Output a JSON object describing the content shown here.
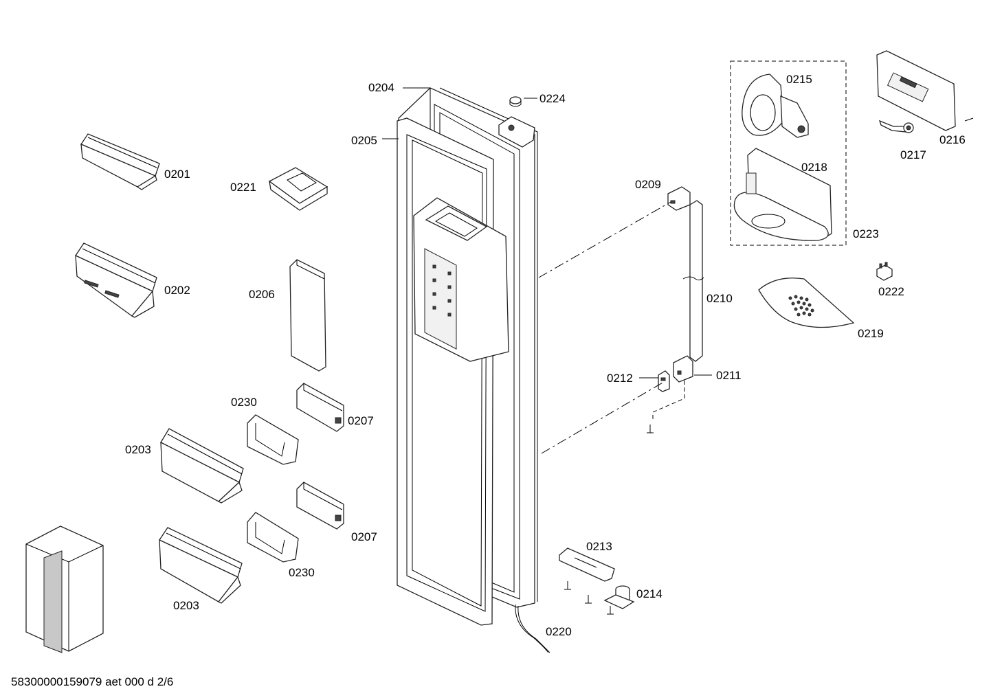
{
  "diagram": {
    "labels": {
      "p0201": "0201",
      "p0202": "0202",
      "p0203a": "0203",
      "p0203b": "0203",
      "p0204": "0204",
      "p0205": "0205",
      "p0206": "0206",
      "p0207a": "0207",
      "p0207b": "0207",
      "p0209": "0209",
      "p0210": "0210",
      "p0211": "0211",
      "p0212": "0212",
      "p0213": "0213",
      "p0214": "0214",
      "p0215": "0215",
      "p0216": "0216",
      "p0217": "0217",
      "p0218": "0218",
      "p0219": "0219",
      "p0220": "0220",
      "p0221": "0221",
      "p0222": "0222",
      "p0223": "0223",
      "p0224": "0224",
      "p0230a": "0230",
      "p0230b": "0230"
    },
    "footer": "58300000159079 aet 000 d 2/6"
  }
}
